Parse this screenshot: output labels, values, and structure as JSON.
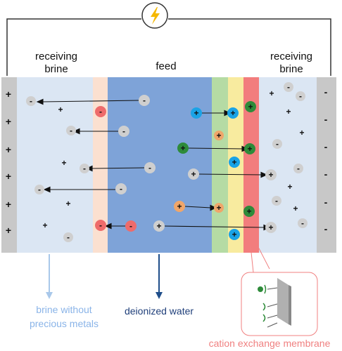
{
  "labels": {
    "left_brine_line1": "receiving",
    "left_brine_line2": "brine",
    "feed": "feed",
    "right_brine_line1": "receiving",
    "right_brine_line2": "brine",
    "out_left_line1": "brine without",
    "out_left_line2": "precious metals",
    "out_mid": "deionized water",
    "membrane": "cation exchange membrane"
  },
  "signs": {
    "plus": "+",
    "minus": "-"
  },
  "colors": {
    "wire": "#333333",
    "electrode": "#c8c8c8",
    "brine": "#dbe6f3",
    "peach": "#fbe0d0",
    "feed": "#7ea3d8",
    "green_band": "#b5dba4",
    "yellow_band": "#f8eb9f",
    "red_band": "#f27d7d",
    "anion": "#cfcfcf",
    "cation_grey": "#cfcfcf",
    "red_ion": "#ee6b6b",
    "blue_ion": "#1aa3e6",
    "green_ion": "#2e8b3a",
    "orange_ion": "#f0a66a",
    "arrow_light": "#a9c8ea",
    "arrow_dark": "#1f4e8a",
    "label_light": "#8ab4e8",
    "label_dark": "#1f3f7a",
    "label_red": "#f08080",
    "bolt": "#f5b800"
  },
  "icons": [
    "lightning-bolt-icon",
    "membrane-detail-icon"
  ]
}
